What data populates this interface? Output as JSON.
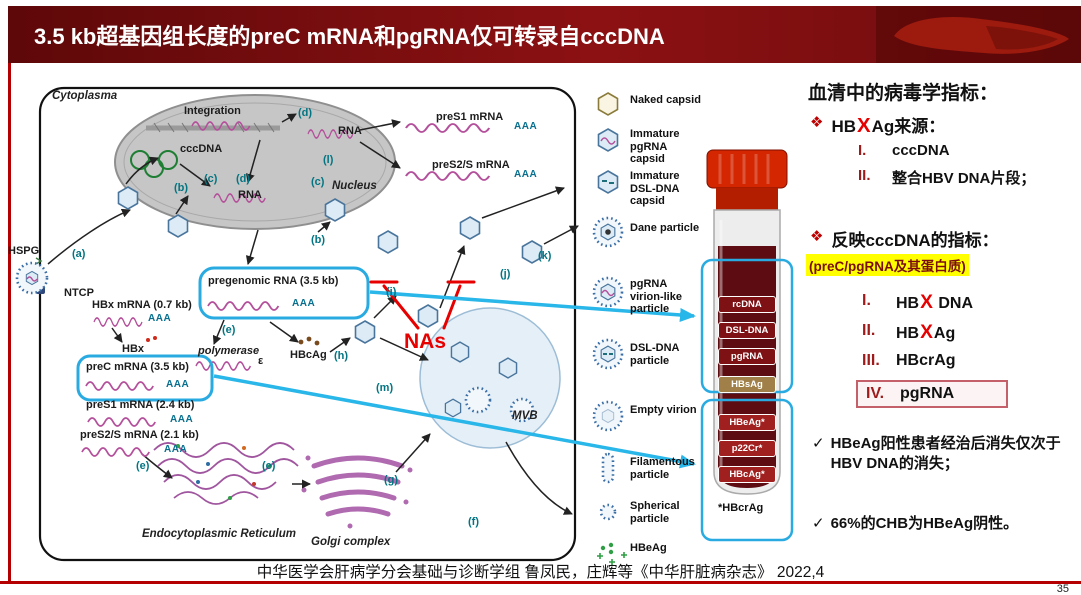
{
  "header": {
    "title": "3.5 kb超基因组长度的preC mRNA和pgRNA仅可转录自cccDNA"
  },
  "figure": {
    "compartments": {
      "cytoplasma": "Cytoplasma",
      "nucleus": "Nucleus",
      "er": "Endocytoplasmic Reticulum",
      "golgi": "Golgi complex",
      "mvb": "MVB"
    },
    "nucleus_items": {
      "integration": "Integration",
      "cccdna": "cccDNA",
      "rna": "RNA"
    },
    "molecules": {
      "hspg": "HSPG",
      "ntcp": "NTCP",
      "hbx": "HBx",
      "polymerase": "polymerase",
      "epsilon": "ε",
      "hbcag": "HBcAg",
      "aaa": "AAA",
      "nas": "NAs"
    },
    "rnas": {
      "pres1_top": "preS1 mRNA",
      "pres2s_top": "preS2/S mRNA",
      "hbx_mrna": "HBx mRNA (0.7 kb)",
      "pregenomic": "pregenomic RNA (3.5 kb)",
      "prec": "preC mRNA (3.5 kb)",
      "pres1": "preS1 mRNA (2.4 kb)",
      "pres2s": "preS2/S mRNA (2.1 kb)"
    },
    "steps": {
      "a": "(a)",
      "b": "(b)",
      "c": "(c)",
      "d": "(d)",
      "e": "(e)",
      "f": "(f)",
      "g": "(g)",
      "h": "(h)",
      "i": "(i)",
      "j": "(j)",
      "k": "(k)",
      "l": "(l)",
      "m": "(m)"
    }
  },
  "legend": {
    "items": [
      {
        "label": "Naked capsid"
      },
      {
        "label": "Immature pgRNA capsid"
      },
      {
        "label": "Immature DSL-DNA capsid"
      },
      {
        "label": "Dane particle"
      },
      {
        "label": "pgRNA virion-like particle"
      },
      {
        "label": "DSL-DNA particle"
      },
      {
        "label": "Empty virion"
      },
      {
        "label": "Filamentous particle"
      },
      {
        "label": "Spherical particle"
      },
      {
        "label": "HBeAg"
      }
    ]
  },
  "tube": {
    "dna_markers": [
      "rcDNA",
      "DSL-DNA",
      "pgRNA"
    ],
    "surface_marker": "HBsAg",
    "protein_markers": [
      "HBeAg*",
      "p22Cr*",
      "HBcAg*"
    ],
    "footnote": "*HBcrAg"
  },
  "panel": {
    "title": "血清中的病毒学指标：",
    "bullet_marker": "❖",
    "check_marker": "✓",
    "x_mark": "X",
    "source": {
      "pre": "HB",
      "post": "Ag来源：",
      "items": [
        {
          "num": "I.",
          "text": "cccDNA"
        },
        {
          "num": "II.",
          "text": "整合HBV DNA片段；"
        }
      ]
    },
    "indicators": {
      "label": "反映cccDNA的指标：",
      "highlight": "(preC/pgRNA及其蛋白质)",
      "items": [
        {
          "num": "I.",
          "pre": "HB",
          "post": " DNA"
        },
        {
          "num": "II.",
          "pre": "HB",
          "post": "Ag"
        },
        {
          "num": "III.",
          "pre": "HBcrAg"
        },
        {
          "num": "IV.",
          "pre": "pgRNA"
        }
      ]
    },
    "checks": [
      "HBeAg阳性患者经治后消失仅次于HBV DNA的消失；",
      "66%的CHB为HBeAg阴性。"
    ]
  },
  "footer": {
    "citation": "中华医学会肝病学分会基础与诊断学组  鲁凤民，庄辉等《中华肝脏病杂志》 2022,4",
    "page": "35"
  }
}
